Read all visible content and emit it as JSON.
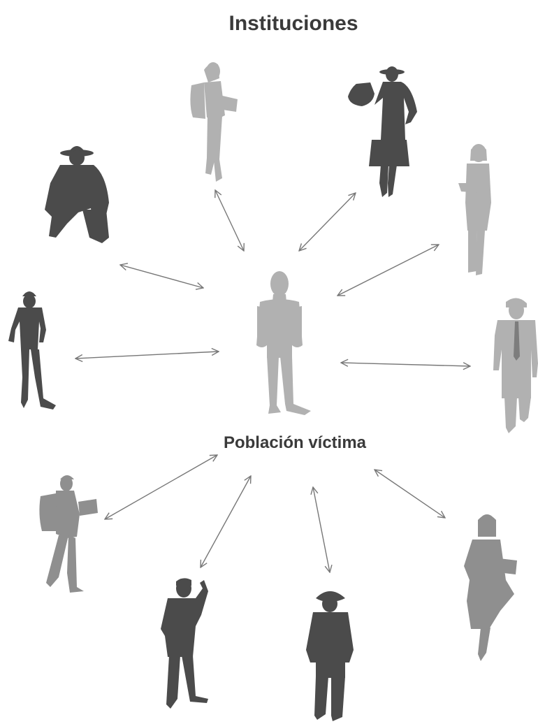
{
  "diagram": {
    "top_label": "Instituciones",
    "center_label": "Población víctima",
    "colors": {
      "dark": "#4b4b4b",
      "light": "#b1b1b1",
      "mid": "#8f8f8f",
      "text": "#3a3a3a",
      "arrow": "#777777",
      "background": "#ffffff"
    },
    "figures": [
      {
        "name": "central-person",
        "tone": "light"
      },
      {
        "name": "woman-with-book",
        "tone": "light"
      },
      {
        "name": "woman-with-hat-and-pitcher",
        "tone": "dark"
      },
      {
        "name": "woman-arms-crossed",
        "tone": "light"
      },
      {
        "name": "crouching-man-with-hat",
        "tone": "dark"
      },
      {
        "name": "worker-with-helmet",
        "tone": "dark"
      },
      {
        "name": "businessman-with-helmet",
        "tone": "light"
      },
      {
        "name": "student-with-backpack",
        "tone": "mid"
      },
      {
        "name": "man-pointing",
        "tone": "dark"
      },
      {
        "name": "man-with-cowboy-hat",
        "tone": "dark"
      },
      {
        "name": "woman-carrying-package",
        "tone": "mid"
      }
    ]
  }
}
